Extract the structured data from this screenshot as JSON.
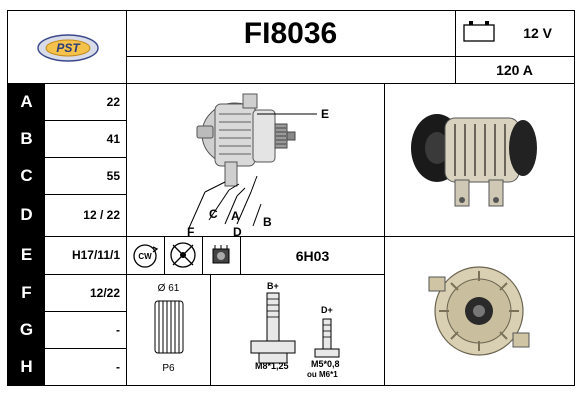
{
  "header": {
    "logo_text": "PST",
    "part_number": "FI8036",
    "voltage": "12 V",
    "amperage": "120 A"
  },
  "rows": [
    {
      "label": "A",
      "value": "22"
    },
    {
      "label": "B",
      "value": "41"
    },
    {
      "label": "C",
      "value": "55"
    },
    {
      "label": "D",
      "value": "12 / 22"
    },
    {
      "label": "E",
      "value": "H17/11/1"
    },
    {
      "label": "F",
      "value": "12/22"
    },
    {
      "label": "G",
      "value": "-"
    },
    {
      "label": "H",
      "value": "-"
    }
  ],
  "diagram": {
    "labels": {
      "e": "E",
      "f": "F",
      "c": "C",
      "a": "A",
      "b": "B",
      "d": "D"
    }
  },
  "row_e_specs": {
    "rotation": "CW",
    "code": "6H03"
  },
  "pulley": {
    "diameter": "Ø 61",
    "type": "P6"
  },
  "terminals": {
    "b_plus": "B+",
    "d_plus": "D+",
    "b_thread": "M8*1,25",
    "d_thread": "M5*0,8",
    "d_thread_alt": "ou M6*1"
  }
}
